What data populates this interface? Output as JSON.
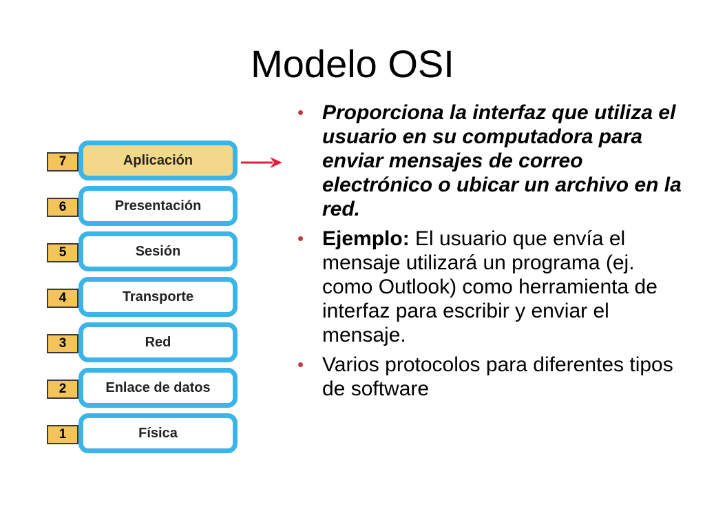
{
  "slide": {
    "title": "Modelo OSI"
  },
  "diagram": {
    "layers": [
      {
        "number": "7",
        "name": "Aplicación",
        "active": true
      },
      {
        "number": "6",
        "name": "Presentación",
        "active": false
      },
      {
        "number": "5",
        "name": "Sesión",
        "active": false
      },
      {
        "number": "4",
        "name": "Transporte",
        "active": false
      },
      {
        "number": "3",
        "name": "Red",
        "active": false
      },
      {
        "number": "2",
        "name": "Enlace de datos",
        "active": false
      },
      {
        "number": "1",
        "name": "Física",
        "active": false
      }
    ],
    "arrow_color": "#e0203c"
  },
  "bullets": {
    "item1": {
      "text": "Proporciona la interfaz que utiliza el usuario en su computadora para enviar mensajes de correo electrónico o ubicar un archivo en la red."
    },
    "item2": {
      "lead": "Ejemplo:",
      "text": " El usuario que envía el mensaje utilizará un programa (ej. como Outlook) como herramienta de interfaz para escribir y enviar el mensaje."
    },
    "item3": {
      "text": "Varios protocolos para diferentes tipos de software"
    },
    "bullet_glyph": "•",
    "bullet_color": "#c43a3a"
  }
}
